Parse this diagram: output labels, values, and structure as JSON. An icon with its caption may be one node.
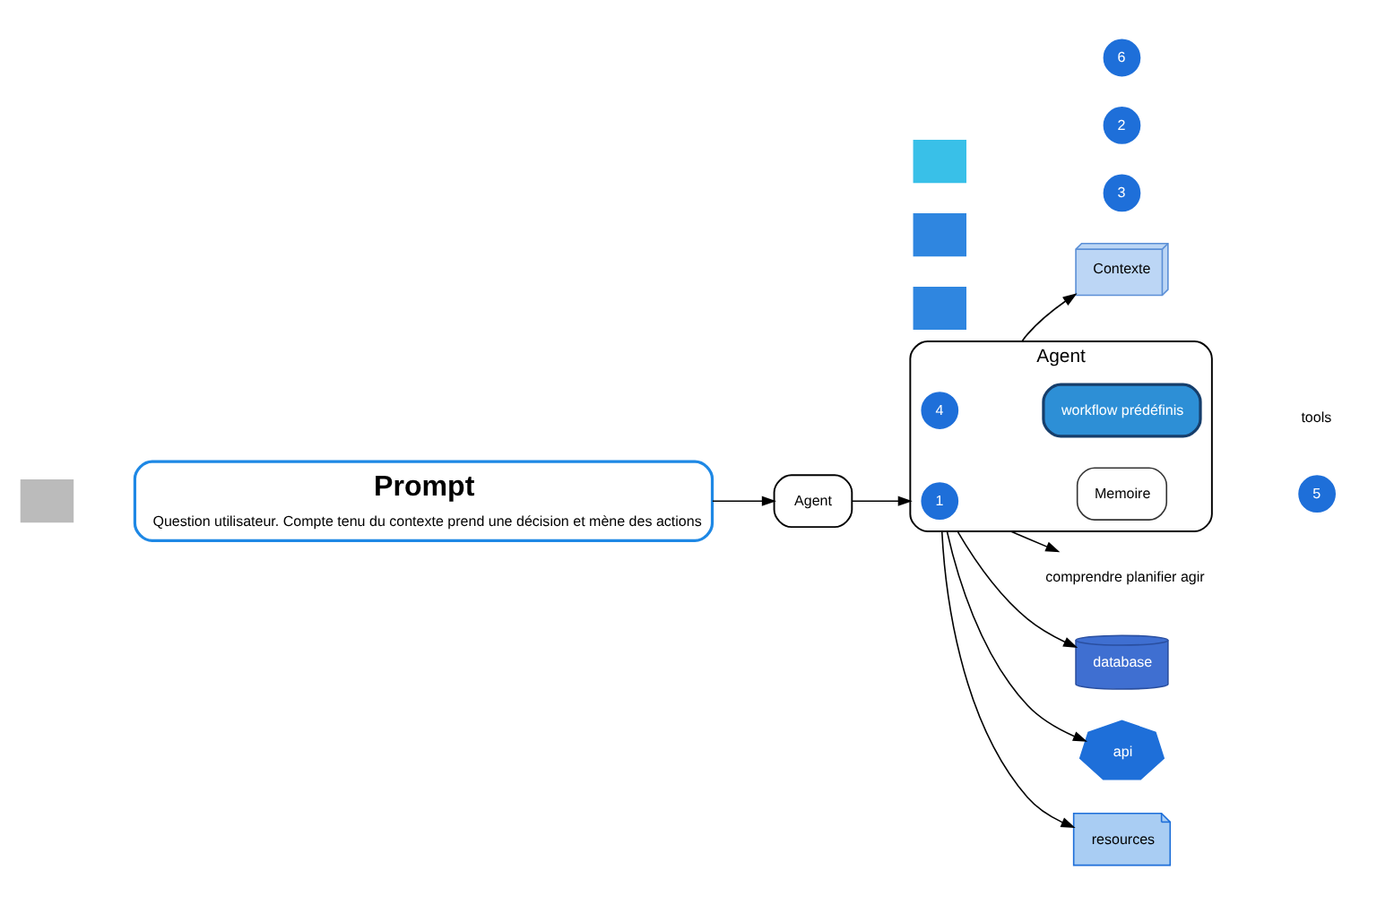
{
  "diagram": {
    "nodes": [
      {
        "text": [
          "Prompt",
          "Question utilisateur. Compte tenu du contexte prend une décision et mène des actions"
        ]
      },
      {
        "text": [
          "Agent"
        ]
      },
      {
        "text": [
          "Agent"
        ]
      },
      {
        "text": [
          "1"
        ],
        "in": 2
      },
      {
        "text": [
          "Memoire"
        ],
        "in": 2
      },
      {
        "text": [
          "4"
        ],
        "in": 2
      },
      {
        "text": [
          "workflow prédéfinis"
        ],
        "in": 2
      },
      {
        "text": [
          "5"
        ]
      },
      {
        "text": [
          "tools"
        ]
      },
      {
        "text": [
          "3"
        ]
      },
      {
        "text": [
          "Contexte"
        ]
      },
      {
        "text": [],
        "shape": "box"
      },
      {
        "text": [],
        "shape": "box"
      },
      {
        "text": [],
        "shape": "box"
      },
      {
        "text": [
          "2"
        ]
      },
      {
        "text": [
          "6"
        ]
      },
      {
        "text": [
          "comprendre planifier agir"
        ]
      },
      {
        "text": [
          "database"
        ]
      },
      {
        "text": [
          "api"
        ]
      },
      {
        "text": [
          "resources"
        ]
      },
      {
        "text": [],
        "shape": "box"
      }
    ],
    "edges": [
      {
        "from": 0,
        "to": 1,
        "arrow": "to"
      },
      {
        "from": 1,
        "to": 2,
        "arrow": "to"
      },
      {
        "from": 2,
        "to": 10,
        "arrow": "to"
      },
      {
        "from": 2,
        "to": 16,
        "arrow": "to"
      },
      {
        "from": 2,
        "to": 17,
        "arrow": "to"
      },
      {
        "from": 2,
        "to": 18,
        "arrow": "to"
      },
      {
        "from": 2,
        "to": 19,
        "arrow": "to"
      }
    ]
  }
}
